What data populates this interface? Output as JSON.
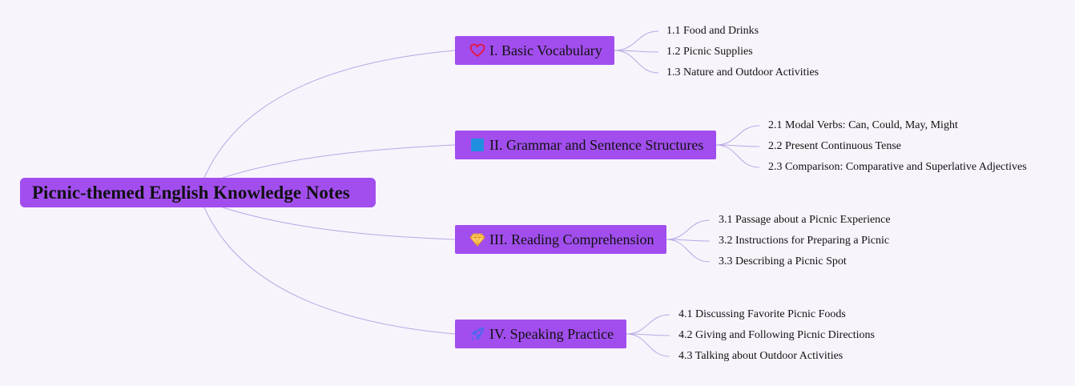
{
  "root": {
    "label": "Picnic-themed English Knowledge Notes"
  },
  "colors": {
    "node_fill": "#a24eee",
    "connector": "#b9a7e6",
    "background": "#f8f4fb"
  },
  "branches": [
    {
      "label": "I. Basic Vocabulary",
      "icon": "heart-icon",
      "items": [
        "1.1 Food and Drinks",
        "1.2 Picnic Supplies",
        "1.3 Nature and Outdoor Activities"
      ]
    },
    {
      "label": "II. Grammar and Sentence Structures",
      "icon": "blue-square-icon",
      "items": [
        "2.1 Modal Verbs: Can, Could, May, Might",
        "2.2 Present Continuous Tense",
        "2.3 Comparison: Comparative and Superlative Adjectives"
      ]
    },
    {
      "label": "III. Reading Comprehension",
      "icon": "diamond-icon",
      "items": [
        "3.1 Passage about a Picnic Experience",
        "3.2 Instructions for Preparing a Picnic",
        "3.3 Describing a Picnic Spot"
      ]
    },
    {
      "label": "IV. Speaking Practice",
      "icon": "rocket-icon",
      "items": [
        "4.1 Discussing Favorite Picnic Foods",
        "4.2 Giving and Following Picnic Directions",
        "4.3 Talking about Outdoor Activities"
      ]
    }
  ]
}
